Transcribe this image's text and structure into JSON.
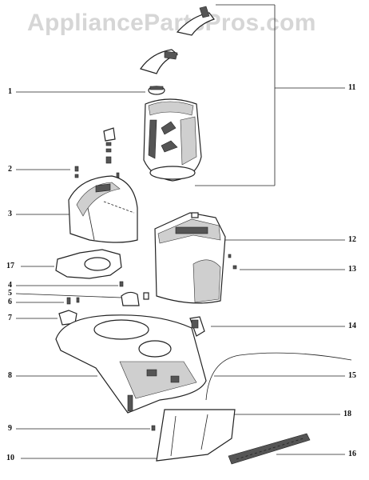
{
  "watermark": "AppliancePartsPros.com",
  "callouts": {
    "c1": "1",
    "c2": "2",
    "c3": "3",
    "c4": "4",
    "c5": "5",
    "c6": "6",
    "c7": "7",
    "c8": "8",
    "c9": "9",
    "c10": "10",
    "c11": "11",
    "c12": "12",
    "c13": "13",
    "c14": "14",
    "c15": "15",
    "c16": "16",
    "c17": "17",
    "c18": "18"
  },
  "colors": {
    "line": "#222222",
    "watermark": "#d6d6d6",
    "background": "#ffffff"
  }
}
